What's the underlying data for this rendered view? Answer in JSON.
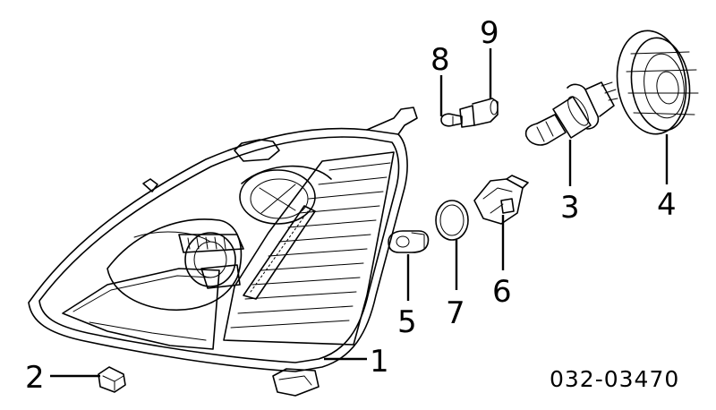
{
  "diagram": {
    "part_code": "032-03470",
    "callouts": [
      {
        "id": "headlamp-assembly",
        "label": "1"
      },
      {
        "id": "clip",
        "label": "2"
      },
      {
        "id": "bulb-h4",
        "label": "3"
      },
      {
        "id": "rubber-cover",
        "label": "4"
      },
      {
        "id": "side-marker-bulb",
        "label": "5"
      },
      {
        "id": "o-ring",
        "label": "7"
      },
      {
        "id": "socket",
        "label": "6"
      },
      {
        "id": "small-bulb",
        "label": "8"
      },
      {
        "id": "bulb-socket",
        "label": "9"
      }
    ]
  }
}
